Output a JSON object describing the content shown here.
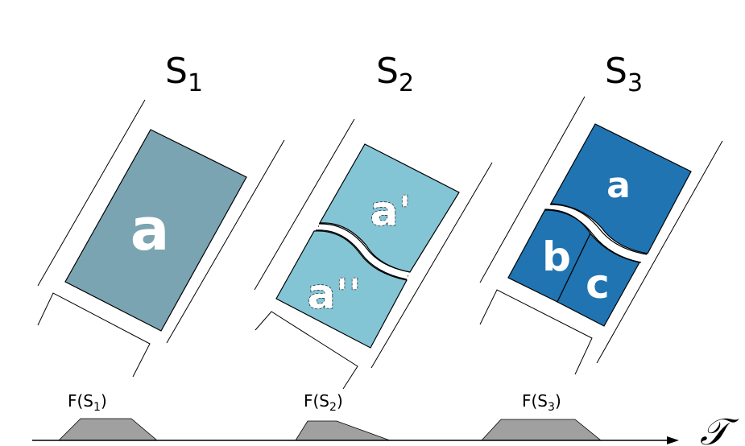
{
  "stages": [
    {
      "title_main": "S",
      "title_sub": "1",
      "color": "#7aa4b2",
      "regions": [
        "a"
      ],
      "f_label_main": "F(S",
      "f_label_sub": "1",
      "f_label_close": ")"
    },
    {
      "title_main": "S",
      "title_sub": "2",
      "color": "#83c4d5",
      "regions": [
        "a'",
        "a''"
      ],
      "f_label_main": "F(S",
      "f_label_sub": "2",
      "f_label_close": ")"
    },
    {
      "title_main": "S",
      "title_sub": "3",
      "color": "#1f74b1",
      "regions": [
        "a",
        "b",
        "c"
      ],
      "f_label_main": "F(S",
      "f_label_sub": "3",
      "f_label_close": ")"
    }
  ],
  "axis": {
    "symbol": "𝒯"
  },
  "colors": {
    "bump": "#a0a0a0",
    "line": "#000000"
  }
}
